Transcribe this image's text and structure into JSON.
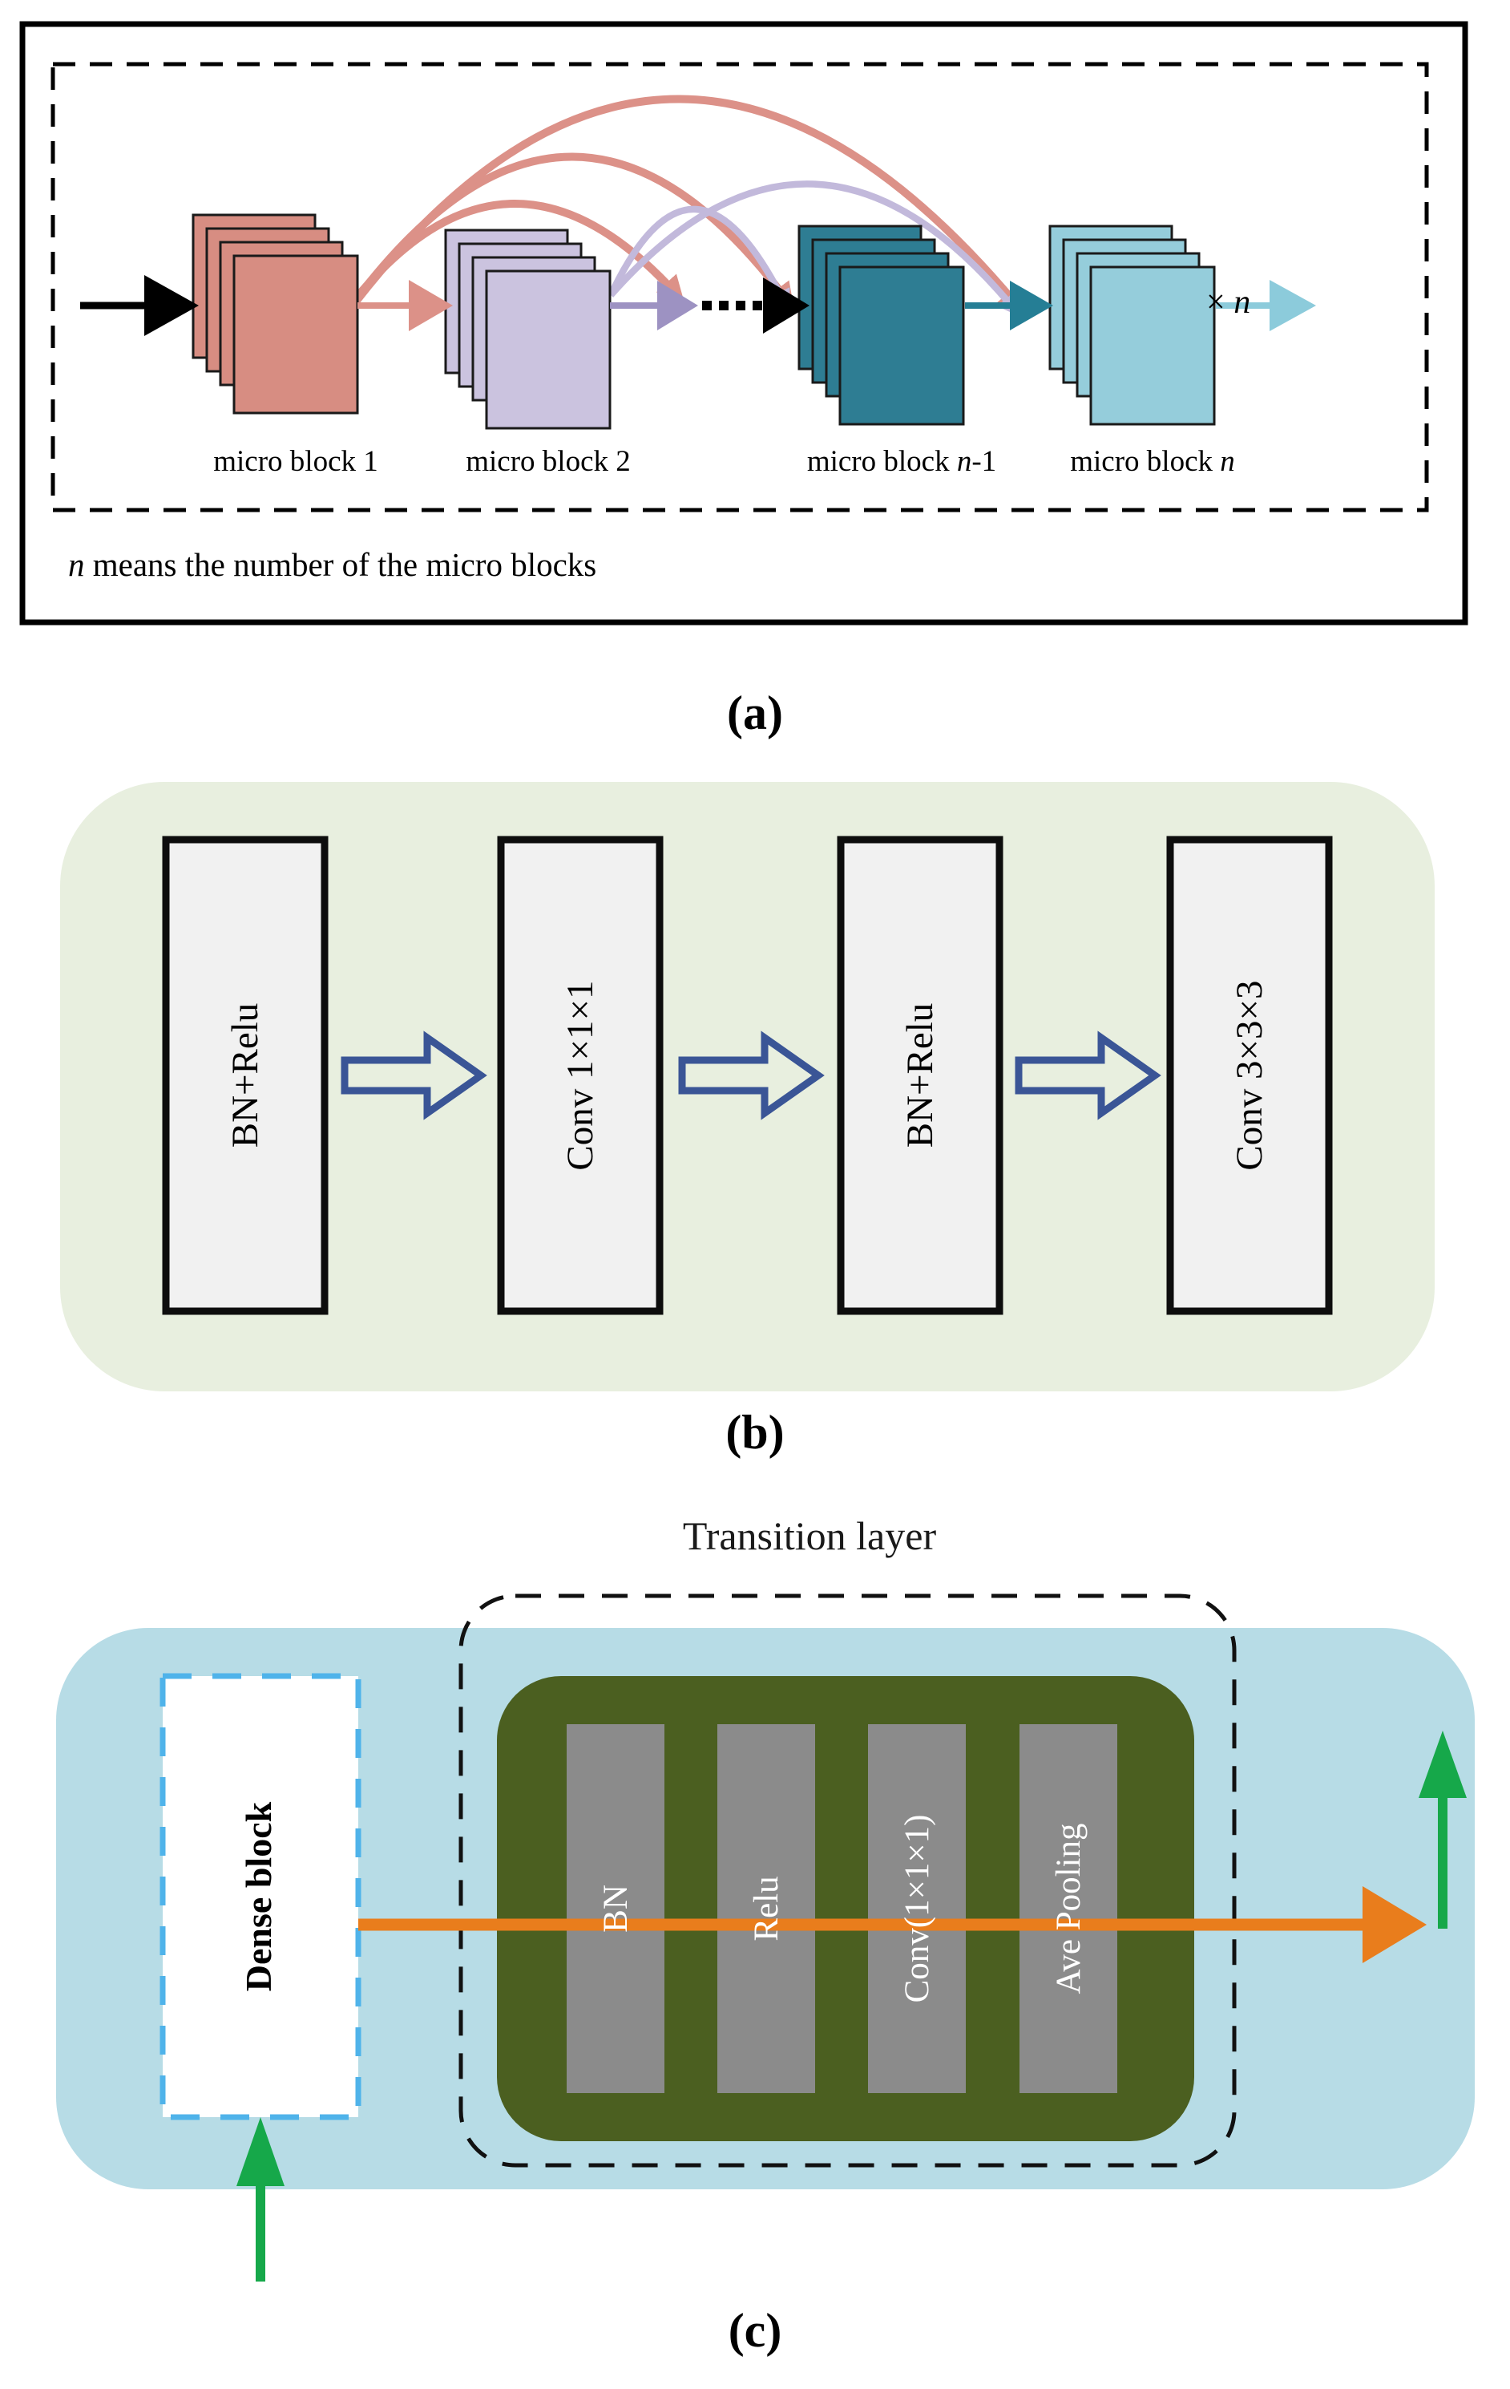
{
  "figure": {
    "type": "neural-network-architecture-figure",
    "captions": {
      "a": "(a)",
      "b": "(b)",
      "c": "(c)"
    }
  },
  "panel_a": {
    "repeat": {
      "pre": "× ",
      "it": "n"
    },
    "note": {
      "it": "n",
      "rest": " means the number of the micro blocks"
    },
    "stacks": [
      {
        "id": "micro-block-1",
        "label_pre": "micro block 1",
        "label_it": "",
        "label_suf": "",
        "color": "#D78D82"
      },
      {
        "id": "micro-block-2",
        "label_pre": "micro block 2",
        "label_it": "",
        "label_suf": "",
        "color": "#CBC3DF"
      },
      {
        "id": "micro-block-n-1",
        "label_pre": "micro block ",
        "label_it": "n",
        "label_suf": "-1",
        "color": "#2E7D93"
      },
      {
        "id": "micro-block-n",
        "label_pre": "micro block ",
        "label_it": "n",
        "label_suf": "",
        "color": "#95CDDB"
      }
    ],
    "arc_colors": {
      "salmon": "#DC9188",
      "purple": "#C2B9DB"
    }
  },
  "panel_b": {
    "blocks": [
      "BN+Relu",
      "Conv 1×1×1",
      "BN+Relu",
      "Conv 3×3×3"
    ],
    "bg_color": "#E8EFDF",
    "box_fill": "#F1F1F1",
    "arrow_color": "#3A5596"
  },
  "panel_c": {
    "title": "Transition layer",
    "dense_label": "Dense block",
    "bars": [
      "BN",
      "Relu",
      "Conv(1×1×1)",
      "Ave Pooling"
    ],
    "bg_color": "#B7DCE6",
    "olive_color": "#4B5F20",
    "bar_color": "#8B8B8B",
    "dense_border_color": "#4FB3EA",
    "flow_color": "#E97D1C",
    "io_arrow_color": "#16A84A"
  }
}
